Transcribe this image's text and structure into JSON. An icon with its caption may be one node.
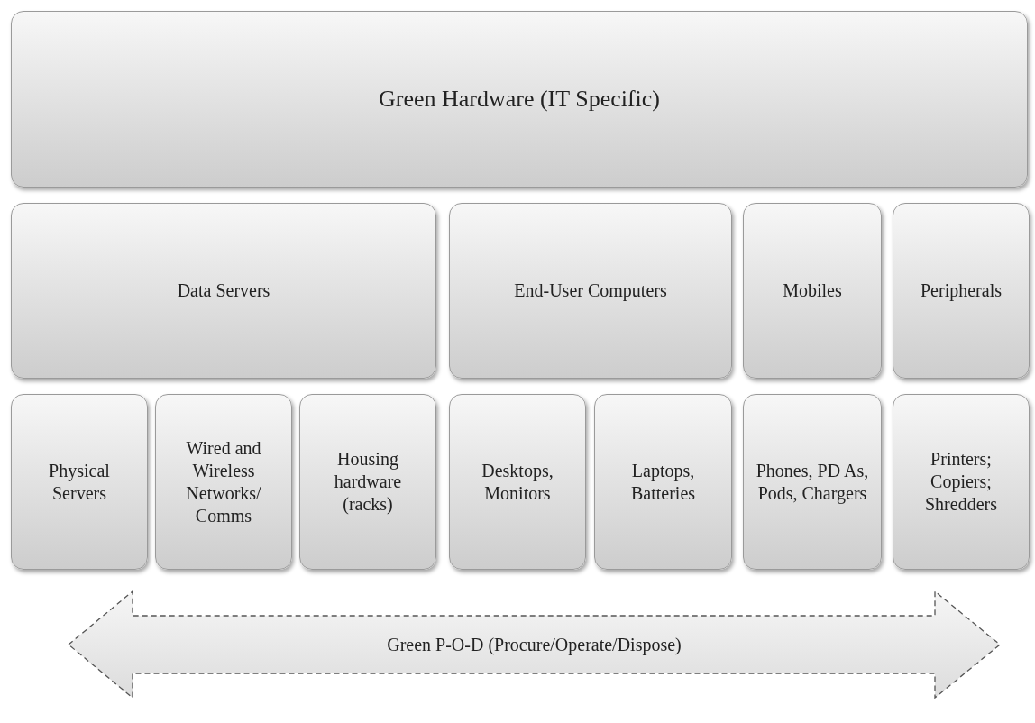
{
  "diagram": {
    "nodes": [
      {
        "text": [
          "Green Hardware (IT Specific)"
        ]
      },
      {
        "text": [
          "Data Servers"
        ]
      },
      {
        "text": [
          "End-User Computers"
        ]
      },
      {
        "text": [
          "Mobiles"
        ]
      },
      {
        "text": [
          "Peripherals"
        ]
      },
      {
        "text": [
          "Physical Servers"
        ]
      },
      {
        "text": [
          "Wired and Wireless Networks/ Comms"
        ]
      },
      {
        "text": [
          "Housing hardware (racks)"
        ]
      },
      {
        "text": [
          "Desktops, Monitors"
        ]
      },
      {
        "text": [
          "Laptops, Batteries"
        ]
      },
      {
        "text": [
          "Phones, PD As, Pods, Chargers"
        ]
      },
      {
        "text": [
          "Printers; Copiers; Shredders"
        ]
      },
      {
        "text": [
          "Green P-O-D (Procure/Operate/Dispose)"
        ]
      }
    ]
  }
}
